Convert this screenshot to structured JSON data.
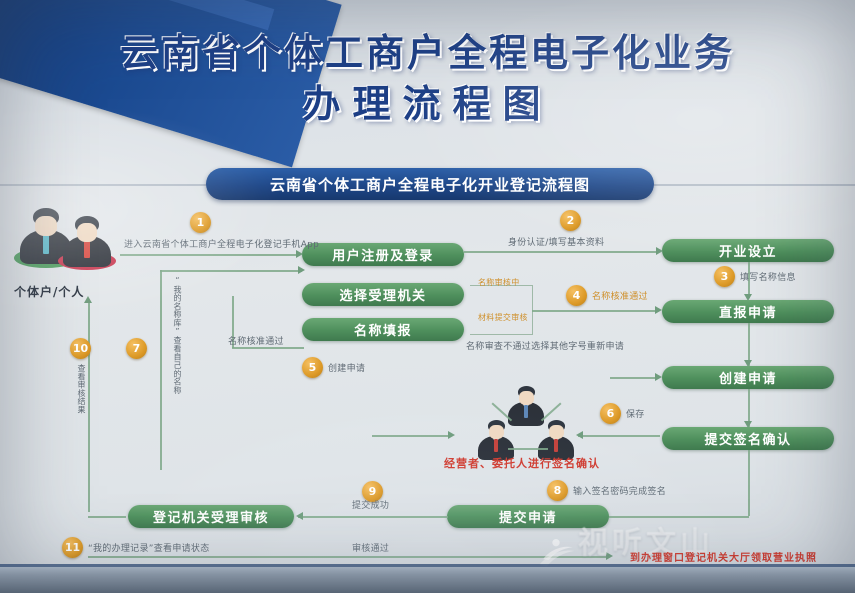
{
  "poster": {
    "title_line1": "云南省个体工商户全程电子化业务",
    "title_line2": "办理流程图",
    "subtitle": "云南省个体工商户全程电子化开业登记流程图"
  },
  "actor": {
    "label": "个体户/个人"
  },
  "boxes": {
    "register_login": "用户注册及登录",
    "select_authority": "选择受理机关",
    "name_declare": "名称填报",
    "open_establish": "开业设立",
    "direct_apply": "直报申请",
    "create_apply": "创建申请",
    "submit_signature": "提交签名确认",
    "submit_application": "提交申请",
    "authority_review": "登记机关受理审核"
  },
  "steps": [
    {
      "num": "1",
      "caption": "进入云南省个体工商户全程电子化登记手机App"
    },
    {
      "num": "2",
      "caption": "身份认证/填写基本资料"
    },
    {
      "num": "3",
      "caption": "填写名称信息"
    },
    {
      "num": "4",
      "caption": "名称核准通过"
    },
    {
      "num": "5",
      "caption": "创建申请"
    },
    {
      "num": "6",
      "caption": "保存"
    },
    {
      "num": "7",
      "caption": "“我的名称库”查看自己的名称"
    },
    {
      "num": "8",
      "caption": "输入签名密码完成签名"
    },
    {
      "num": "9",
      "caption": "提交成功"
    },
    {
      "num": "10",
      "caption": "查看审核结果"
    },
    {
      "num": "11",
      "caption": "“我的办理记录”查看申请状态"
    }
  ],
  "annotations": {
    "name_review_passed": "名称核准通过",
    "name_pending_orange": "名称审核中",
    "name_submitted_orange": "材料提交审核",
    "name_reject_note": "名称审查不通过选择其他字号重新申请",
    "review_passed": "审核通过",
    "signer_confirm": "经营者、委托人进行签名确认",
    "pickup_license": "到办理窗口登记机关大厅领取营业执照"
  },
  "watermark": {
    "text": "视听文山"
  },
  "colors": {
    "title_blue": "#1d3f86",
    "box_green": "#4e8f5c",
    "step_orange": "#dd9a27",
    "accent_red": "#cf3a2e",
    "line_green": "#7fa88a"
  }
}
